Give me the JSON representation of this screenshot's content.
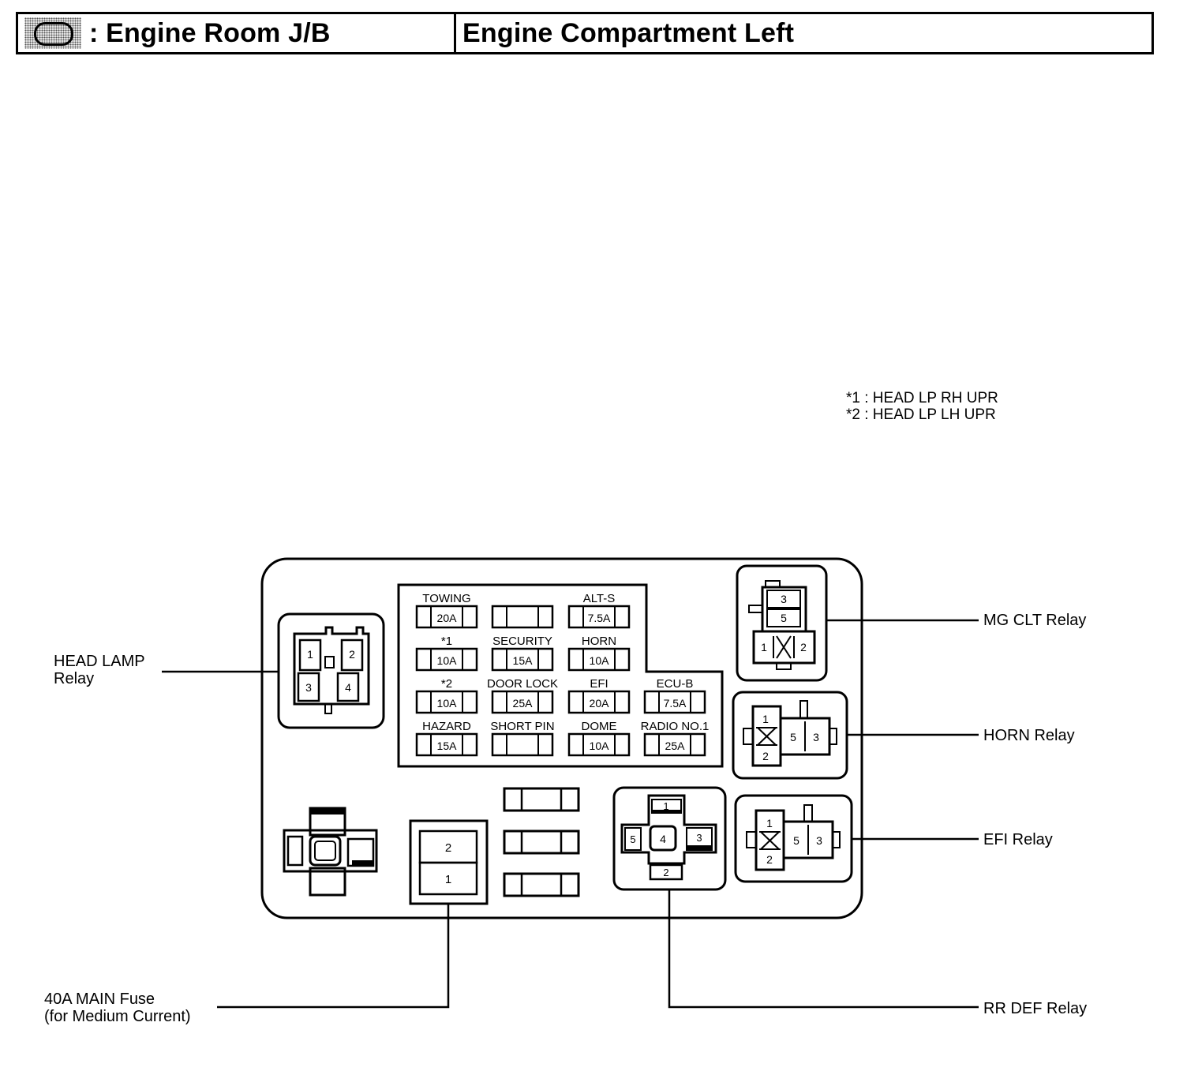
{
  "header": {
    "title": ": Engine Room J/B",
    "location": "Engine Compartment Left",
    "icon": "oval-connector-icon"
  },
  "notes": [
    "*1 : HEAD LP RH UPR",
    "*2 : HEAD LP LH UPR"
  ],
  "fuses": [
    {
      "id": "towing",
      "name": "TOWING",
      "amp": "20A"
    },
    {
      "id": "blank",
      "name": "",
      "amp": ""
    },
    {
      "id": "alt-s",
      "name": "ALT-S",
      "amp": "7.5A"
    },
    {
      "id": "star1",
      "name": "*1",
      "amp": "10A"
    },
    {
      "id": "security",
      "name": "SECURITY",
      "amp": "15A"
    },
    {
      "id": "horn",
      "name": "HORN",
      "amp": "10A"
    },
    {
      "id": "star2",
      "name": "*2",
      "amp": "10A"
    },
    {
      "id": "door-lock",
      "name": "DOOR LOCK",
      "amp": "25A"
    },
    {
      "id": "efi",
      "name": "EFI",
      "amp": "20A"
    },
    {
      "id": "ecu-b",
      "name": "ECU-B",
      "amp": "7.5A"
    },
    {
      "id": "hazard",
      "name": "HAZARD",
      "amp": "15A"
    },
    {
      "id": "short-pin",
      "name": "SHORT PIN",
      "amp": ""
    },
    {
      "id": "dome",
      "name": "DOME",
      "amp": "10A"
    },
    {
      "id": "radio-no1",
      "name": "RADIO NO.1",
      "amp": "25A"
    }
  ],
  "callouts": {
    "head_lamp_relay": [
      "HEAD LAMP",
      "Relay"
    ],
    "main_fuse": [
      "40A MAIN Fuse",
      "(for Medium Current)"
    ],
    "mg_clt_relay": "MG CLT Relay",
    "horn_relay": "HORN Relay",
    "efi_relay": "EFI Relay",
    "rr_def_relay": "RR DEF Relay"
  },
  "pins": {
    "head_lamp": [
      "1",
      "2",
      "3",
      "4"
    ],
    "mg_clt": [
      "3",
      "5",
      "1",
      "2"
    ],
    "horn": [
      "1",
      "2",
      "5",
      "3"
    ],
    "efi": [
      "1",
      "2",
      "5",
      "3"
    ],
    "rr_def": [
      "1",
      "5",
      "4",
      "3",
      "2"
    ],
    "main_fuse": [
      "2",
      "1"
    ]
  }
}
